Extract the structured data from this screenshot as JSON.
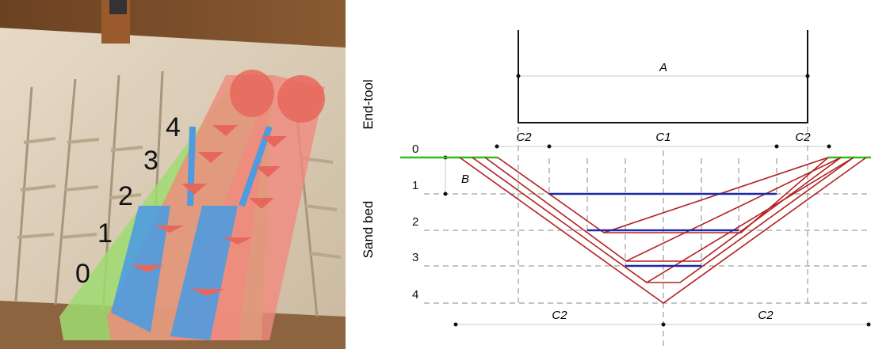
{
  "photo": {
    "alt": "CNC-carved sand bed with stepped funnel channels, overlaid with green, red and blue regions",
    "layer_labels": [
      "0",
      "1",
      "2",
      "3",
      "4"
    ],
    "colors": {
      "sand_light": "#d9cbb6",
      "sand_shadow": "#a8967c",
      "wood_frame": "#7a4e2a",
      "overlay_green": "#9fdc70",
      "overlay_red": "#f08a7e",
      "overlay_blue": "#4f9be0"
    }
  },
  "diagram": {
    "end_tool_label": "End-tool",
    "sand_bed_label": "Sand bed",
    "dim_a": "A",
    "dim_b": "B",
    "dim_c1": "C1",
    "dim_c2": "C2",
    "layer_labels": [
      "0",
      "1",
      "2",
      "3",
      "4"
    ],
    "colors": {
      "surface_green": "#2fbf1f",
      "cut_profile_red": "#b32020",
      "layer_floor_blue": "#1a2aa8",
      "dim_gray": "#9a9a9a",
      "tool_black": "#111111"
    }
  }
}
